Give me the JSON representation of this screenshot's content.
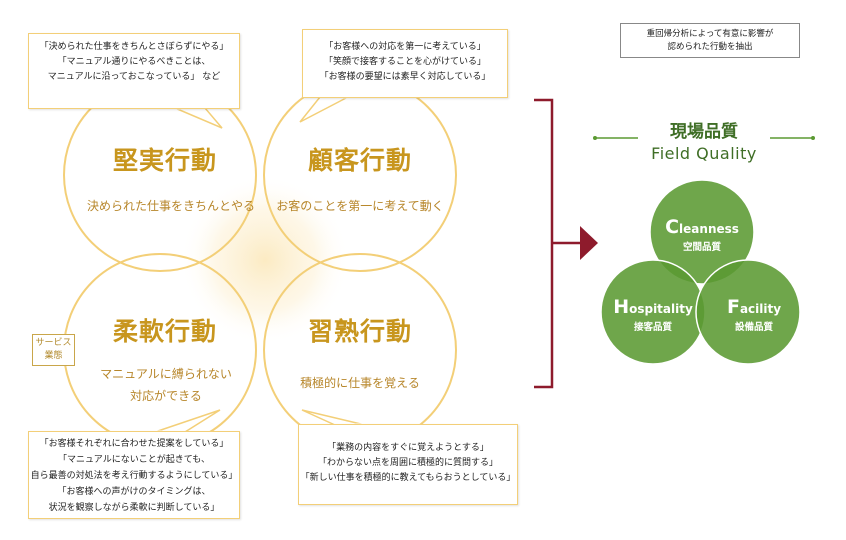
{
  "behaviors": [
    {
      "title": "堅実行動",
      "desc": [
        "決められた仕事をきちんとやる"
      ],
      "quotes": [
        "「決められた仕事をきちんとさぼらずにやる」",
        "「マニュアル通りにやるべきことは、",
        "マニュアルに沿っておこなっている」 など"
      ]
    },
    {
      "title": "顧客行動",
      "desc": [
        "お客のことを第一に考えて動く"
      ],
      "quotes": [
        "「お客様への対応を第一に考えている」",
        "「笑顔で接客することを心がけている」",
        "「お客様の要望には素早く対応している」"
      ]
    },
    {
      "title": "柔軟行動",
      "desc": [
        "マニュアルに縛られない",
        "対応ができる"
      ],
      "quotes": [
        "「お客様それぞれに合わせた提案をしている」",
        "「マニュアルにないことが起きても、",
        "自ら最善の対処法を考え行動するようにしている」",
        "「お客様への声がけのタイミングは、",
        "状況を観察しながら柔軟に判断している」"
      ]
    },
    {
      "title": "習熟行動",
      "desc": [
        "積極的に仕事を覚える"
      ],
      "quotes": [
        "「業務の内容をすぐに覚えようとする」",
        "「わからない点を周囲に積極的に質問する」",
        "「新しい仕事を積極的に教えてもらおうとしている」"
      ]
    }
  ],
  "service_tag": [
    "サービス",
    "業態"
  ],
  "analysis_note": [
    "重回帰分析によって有意に影響が",
    "認められた行動を抽出"
  ],
  "field_quality": {
    "title": "現場品質",
    "subtitle": "Field Quality",
    "circles": [
      {
        "initial": "C",
        "rest": "leanness",
        "jp": "空間品質"
      },
      {
        "initial": "H",
        "rest": "ospitality",
        "jp": "接客品質"
      },
      {
        "initial": "F",
        "rest": "acility",
        "jp": "設備品質"
      }
    ]
  },
  "colors": {
    "gold_line": "#f3cf78",
    "gold_title": "#c8961e",
    "gold_text": "#b7862a",
    "bracket_red": "#8e1b2c",
    "green": "#5b9a32",
    "green_dark": "#3f6e26"
  },
  "icons": [
    "arrow-right-icon",
    "bracket-icon"
  ]
}
